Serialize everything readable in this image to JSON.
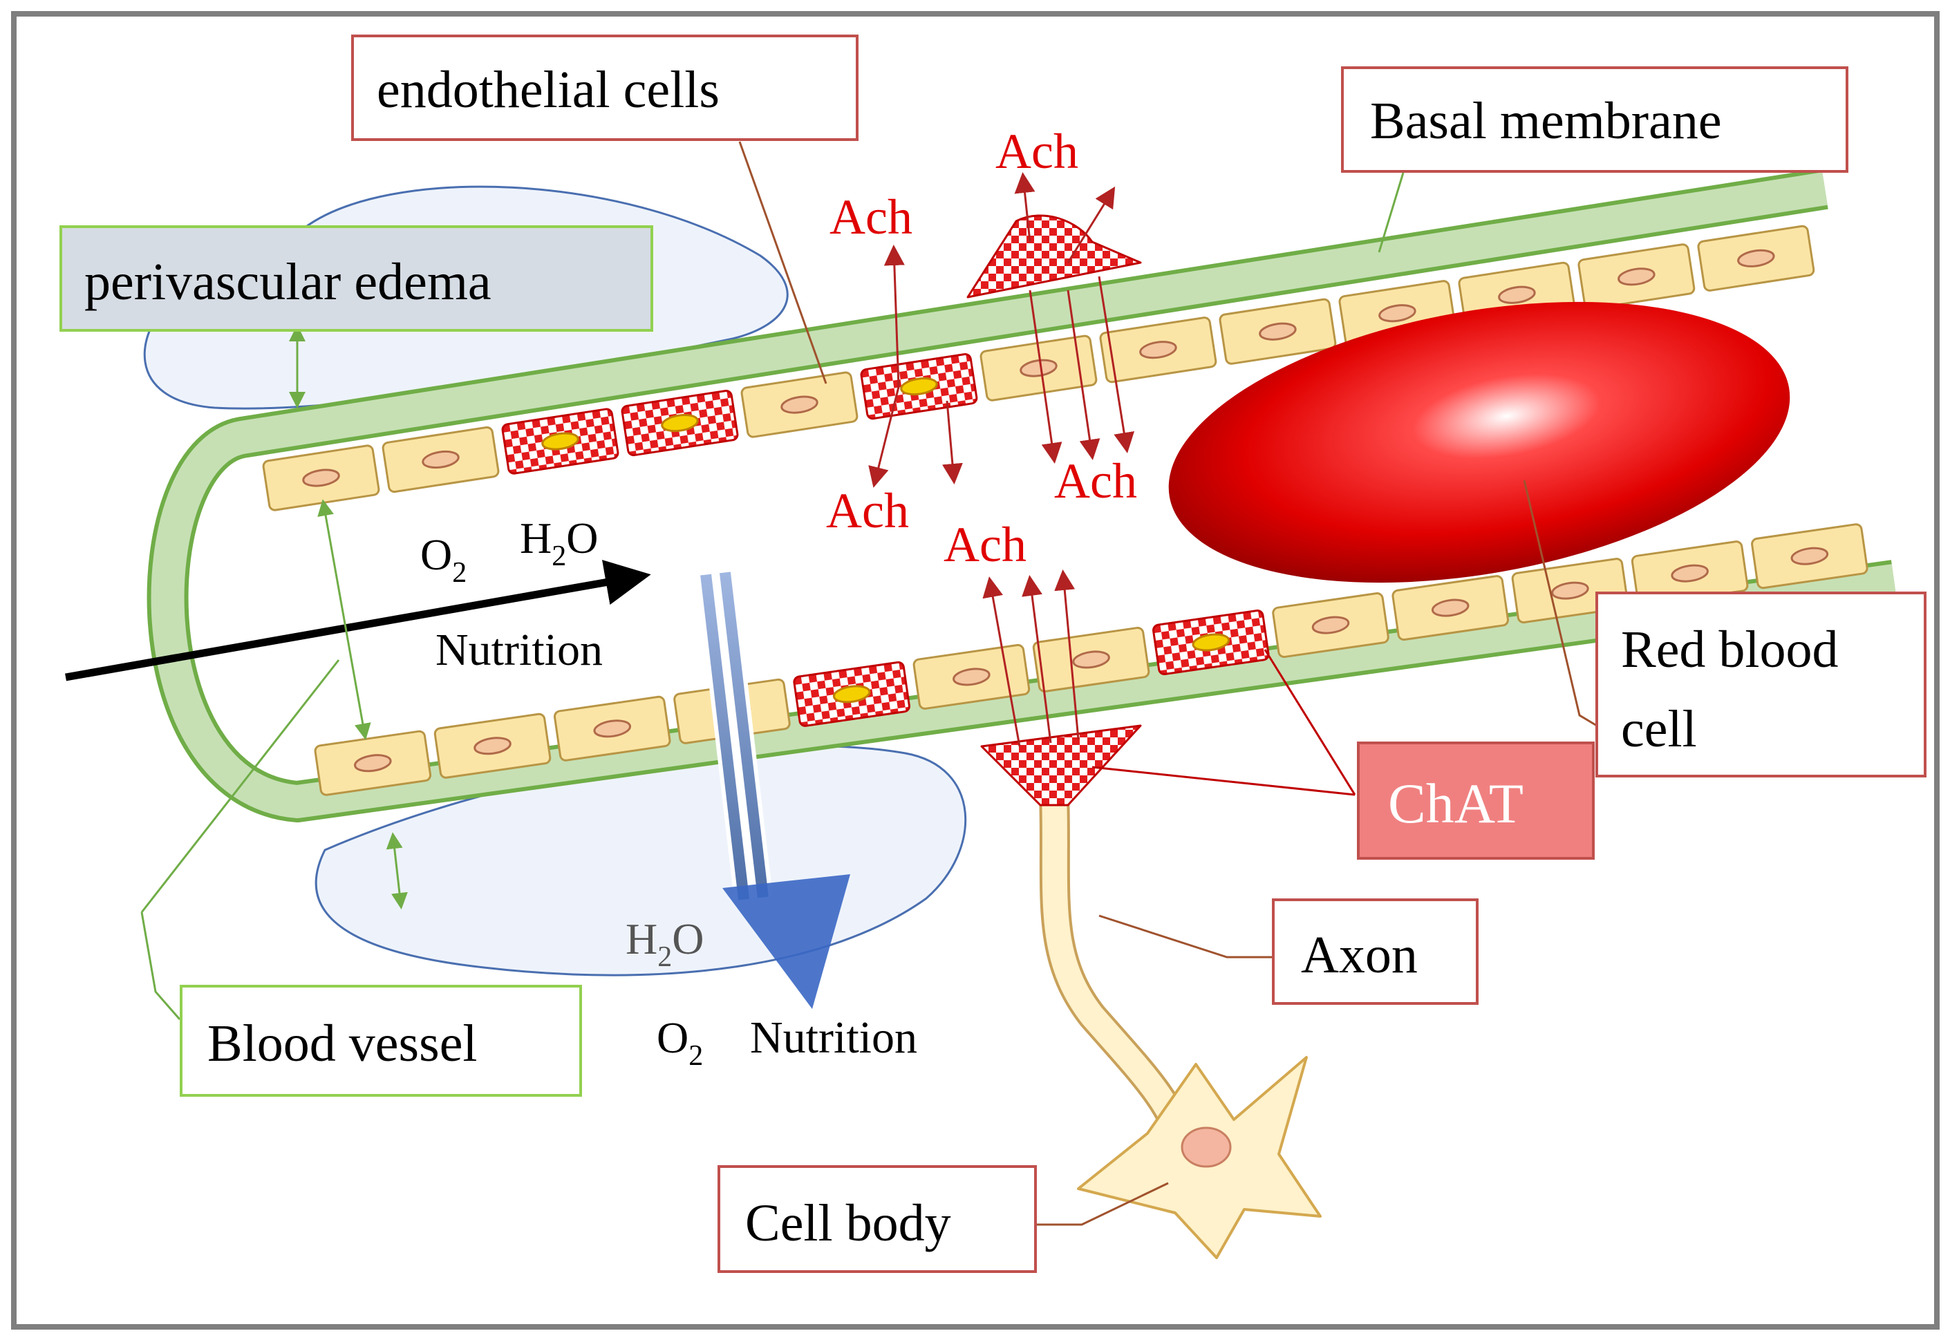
{
  "labels": {
    "endothelial": "endothelial cells",
    "basal": "Basal membrane",
    "edema": "perivascular edema",
    "red_blood_1": "Red blood",
    "red_blood_2": "cell",
    "chat": "ChAT",
    "axon": "Axon",
    "blood_vessel": "Blood vessel",
    "cell_body": "Cell body"
  },
  "ach": [
    "Ach",
    "Ach",
    "Ach",
    "Ach",
    "Ach"
  ],
  "flow": {
    "o": "O",
    "sub2": "2",
    "h": "H",
    "o_water": "O",
    "nutrition": "Nutrition"
  },
  "colors": {
    "label_border_red": "#c0504d",
    "label_border_green": "#92d050",
    "edema_fill": "#d6dce4",
    "chat_fill": "#f08080",
    "ach_red": "#e00000",
    "vessel_green": "#c6e0b4",
    "vessel_stroke": "#70ad47",
    "cell_fill": "#fbe5a6",
    "arrow_blue": "#4472c4"
  }
}
